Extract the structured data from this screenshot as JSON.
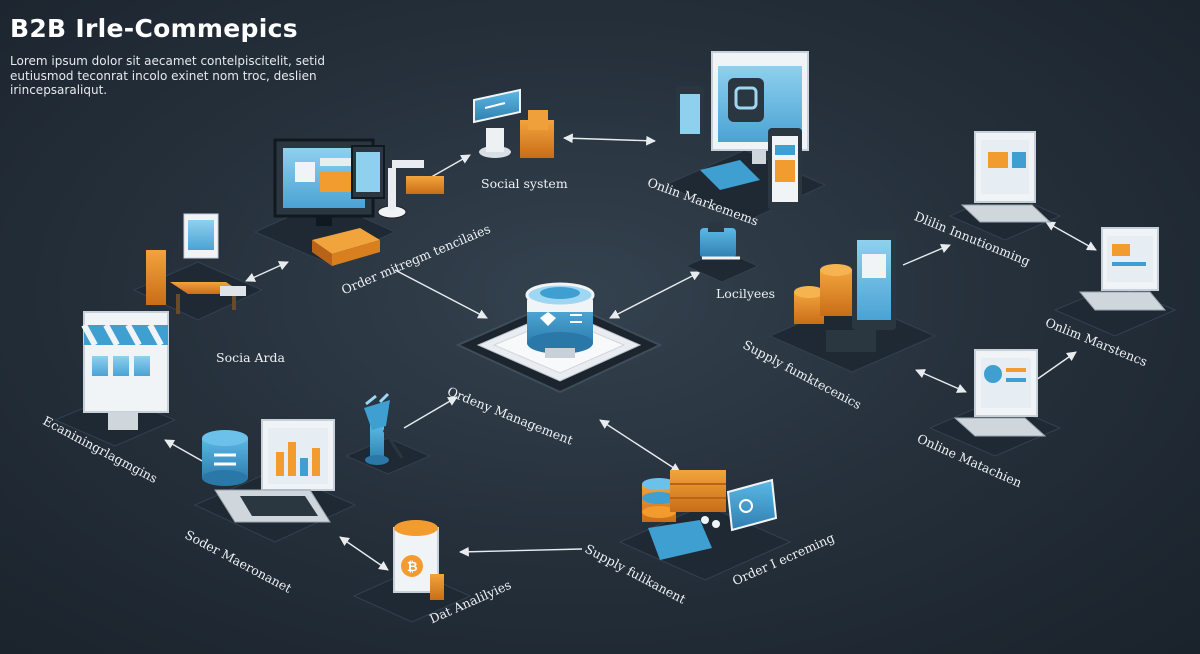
{
  "header": {
    "title": "B2B Irle-Commepics",
    "subtitle": "Lorem ipsum dolor sit aecamet contelpiscitelit, setid eutiusmod teconrat incolo exinet nom troc, deslien irincepsaraliqut."
  },
  "colors": {
    "background": "#26313c",
    "accent_blue": "#3f9fd1",
    "accent_orange": "#e08a2a",
    "connector": "#e8ecef",
    "platform": "#1f2933"
  },
  "nodes": {
    "social_arda": "Socia Arda",
    "order_management_top": "Order mitregm tencilaies",
    "social_system": "Social system",
    "online_marketing": "Onlin Markemems",
    "logistics": "Locilyees",
    "online_innovation": "Dlilin Innutionming",
    "online_marketing_right": "Onlim Marstencs",
    "supply_functions": "Supply fumktecenics",
    "online_matching": "Online Matachien",
    "ordering_management": "Ordeny Management",
    "ecommerce_programs": "Ecaniningrlagmgins",
    "order_management_left": "Soder Maeronanet",
    "data_analytics": "Dat Analilyies",
    "supply_fulfillment": "Supply fulikanent",
    "order_screening": "Order I ecreming"
  },
  "icons": {
    "central_hub": "database-server-icon",
    "storefront": "storefront-icon",
    "robot_arm": "robot-arm-icon",
    "laptop": "laptop-icon",
    "coins": "coin-stack-icon",
    "boxes": "package-icon"
  }
}
